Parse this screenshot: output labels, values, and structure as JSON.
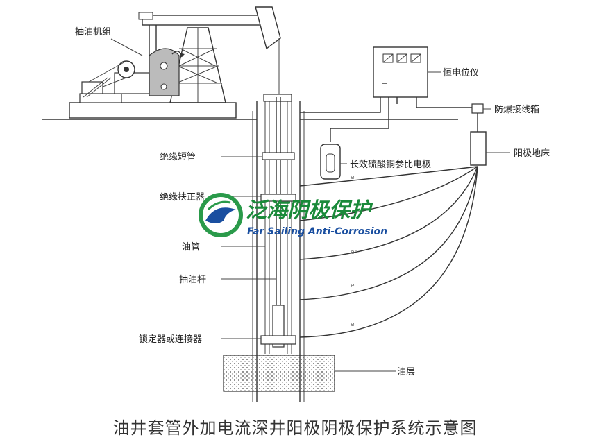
{
  "labels": {
    "pump_unit": "抽油机组",
    "insulated_short_pipe": "绝缘短管",
    "insulated_centralizer": "绝缘扶正器",
    "tubing": "油管",
    "sucker_rod": "抽油杆",
    "lock_or_connector": "锁定器或连接器",
    "potentiostat": "恒电位仪",
    "explosion_proof_box": "防爆接线箱",
    "reference_electrode": "长效硫酸铜参比电极",
    "anode_bed": "阳极地床",
    "oil_layer": "油层",
    "electron_symbol": "e⁻"
  },
  "watermark": {
    "cn": "泛海阴极保护",
    "en": "Far Sailing Anti-Corrosion",
    "color_green": "#1a8a3a",
    "color_blue": "#1a4fa0"
  },
  "caption": "油井套管外加电流深井阳极阴极保护系统示意图"
}
